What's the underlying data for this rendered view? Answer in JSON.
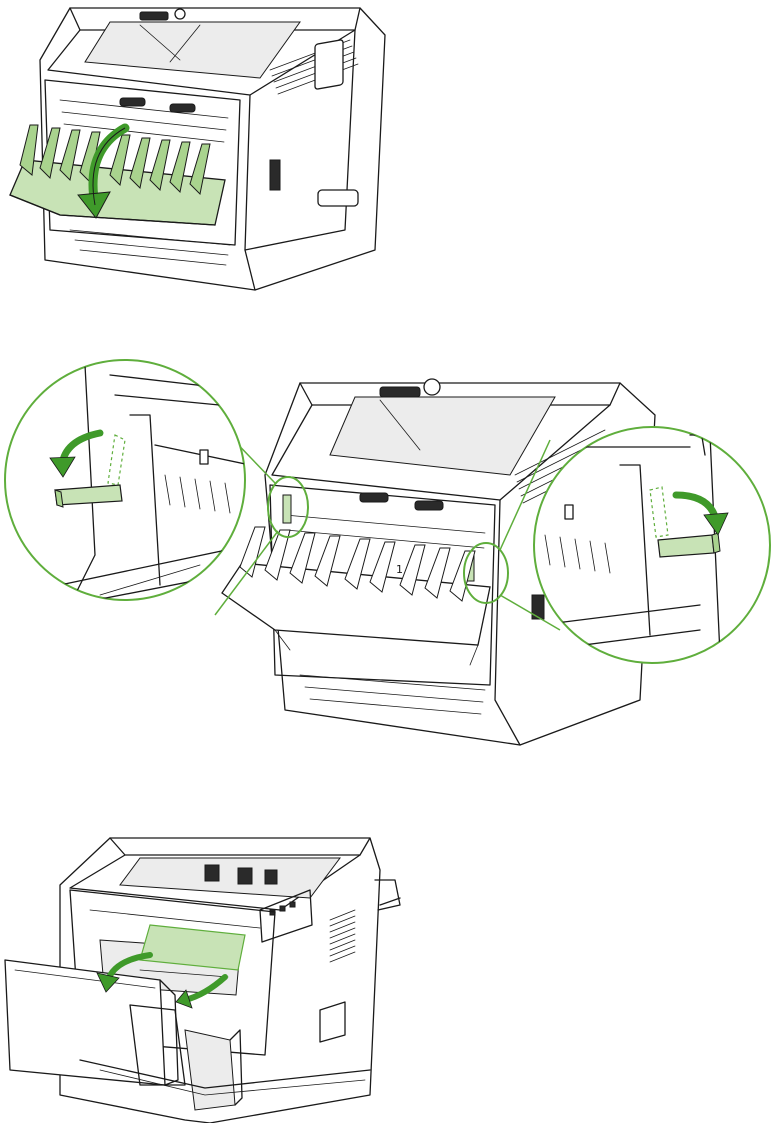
{
  "colors": {
    "accent_green": "#5fae3c",
    "light_green": "#c8e3b6",
    "arrow_green": "#3f9a2a",
    "outline": "#1a1a1a"
  },
  "figures": [
    {
      "id": "step-1",
      "description_icons": [
        "printer-rear-icon",
        "rear-door-icon",
        "open-door-arrow-icon"
      ]
    },
    {
      "id": "step-2",
      "description_icons": [
        "printer-rear-icon",
        "magnifier-left-icon",
        "magnifier-right-icon",
        "release-lever-icon"
      ],
      "callout_text": "1"
    },
    {
      "id": "step-3",
      "description_icons": [
        "printer-front-icon",
        "print-cartridge-door-icon",
        "jammed-paper-icon",
        "pull-arrow-icon"
      ]
    }
  ]
}
